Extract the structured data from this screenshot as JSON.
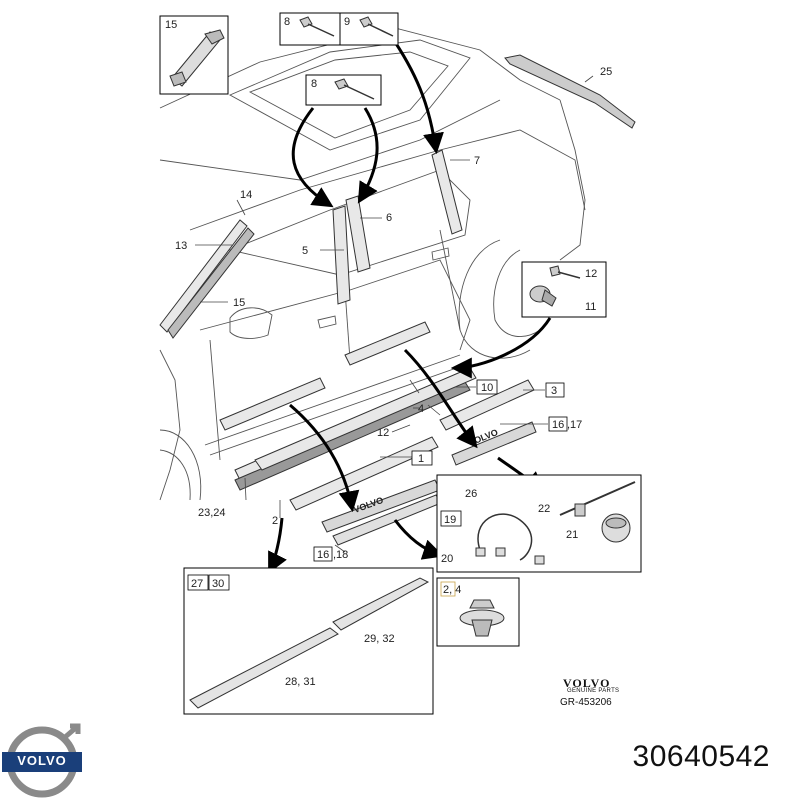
{
  "part_number": "30640542",
  "brand": {
    "name": "VOLVO",
    "sub": "GENUINE PARTS",
    "ref": "GR-453206",
    "logo_text": "VOLVO"
  },
  "inset_labels": {
    "clip_top_left": "15",
    "fastener_a": "8",
    "fastener_b": "9",
    "fastener_c": "8",
    "trim_panel_a": "27",
    "trim_panel_b": "30",
    "harness": "19",
    "clip_inset": "2, 4"
  },
  "callouts": {
    "c25": "25",
    "c7": "7",
    "c14": "14",
    "c6": "6",
    "c13": "13",
    "c5": "5",
    "c15b": "15",
    "c12a": "12",
    "c11": "11",
    "c10": "10",
    "c3": "3",
    "c4": "4",
    "c16a": "16",
    "c17": ",17",
    "c12b": "12",
    "c1": "1",
    "c2324": "23,24",
    "c2": "2",
    "c26": "26",
    "c16b": "16",
    "c18": ",18",
    "c22": "22",
    "c21": "21",
    "c20": "20",
    "c2932": "29, 32",
    "c2831": "28, 31"
  },
  "sill_text": "VOLVO"
}
